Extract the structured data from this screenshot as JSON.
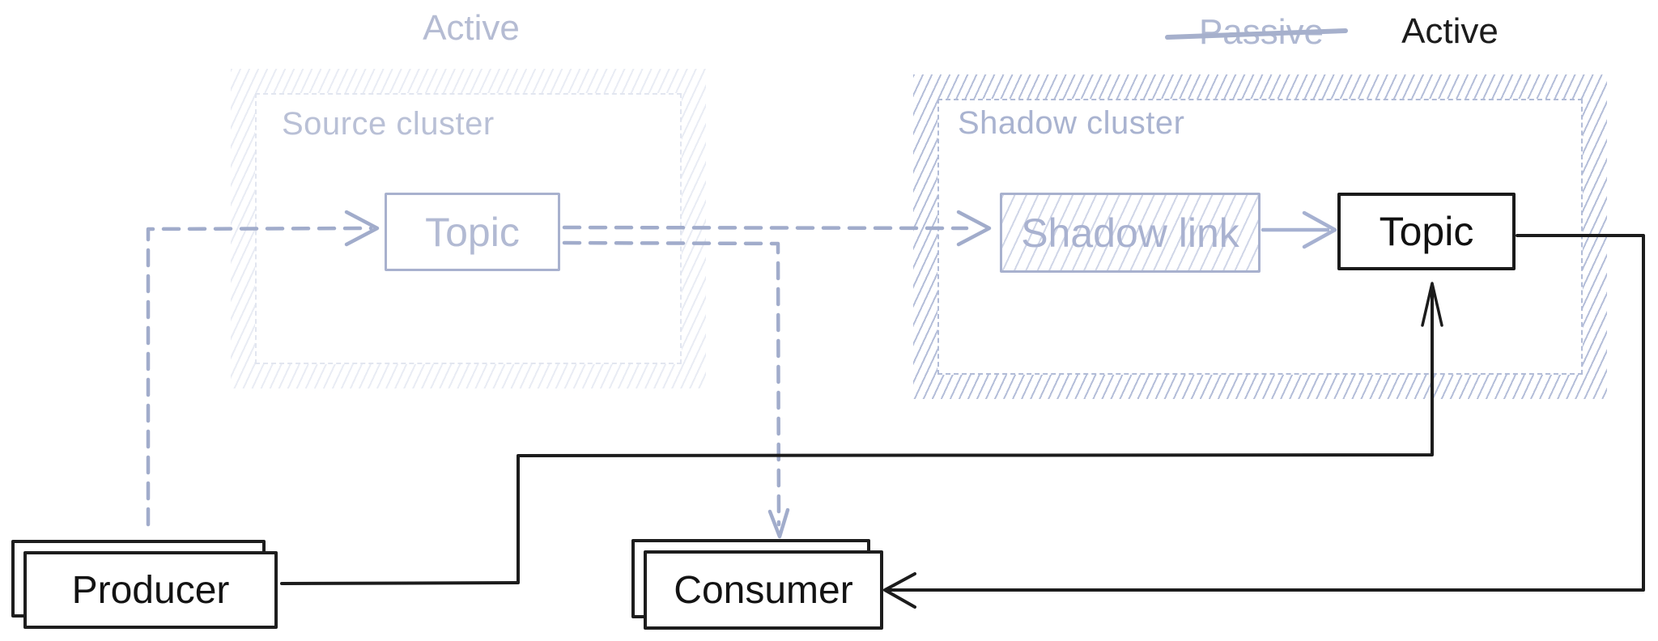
{
  "palette": {
    "faded_text": "#b2bad3",
    "faded_stroke": "#a8b1ce",
    "dashed_line": "#a1accb",
    "hatch_faint": "#e9ecf4",
    "hatch_strong": "#b4bed9",
    "ink": "#1a1a1a"
  },
  "top_labels": {
    "source_state": "Active",
    "shadow_state_crossed": "Passive",
    "shadow_state": "Active"
  },
  "clusters": {
    "source": {
      "title": "Source cluster"
    },
    "shadow": {
      "title": "Shadow cluster"
    }
  },
  "nodes": {
    "source_topic": {
      "label": "Topic"
    },
    "shadow_link": {
      "label": "Shadow link"
    },
    "shadow_topic": {
      "label": "Topic"
    },
    "producer": {
      "label": "Producer"
    },
    "consumer": {
      "label": "Consumer"
    }
  },
  "edges": [
    {
      "name": "producer-to-source-topic",
      "from": "producer",
      "to": "source_topic",
      "style": "dashed-faded"
    },
    {
      "name": "source-topic-to-shadow-link",
      "from": "source_topic",
      "to": "shadow_link",
      "style": "dashed-faded"
    },
    {
      "name": "source-topic-to-consumer",
      "from": "source_topic",
      "to": "consumer",
      "style": "dashed-faded"
    },
    {
      "name": "shadow-link-to-shadow-topic",
      "from": "shadow_link",
      "to": "shadow_topic",
      "style": "solid-faded"
    },
    {
      "name": "producer-to-shadow-topic",
      "from": "producer",
      "to": "shadow_topic",
      "style": "solid-ink"
    },
    {
      "name": "shadow-topic-to-consumer",
      "from": "shadow_topic",
      "to": "consumer",
      "style": "solid-ink"
    }
  ]
}
